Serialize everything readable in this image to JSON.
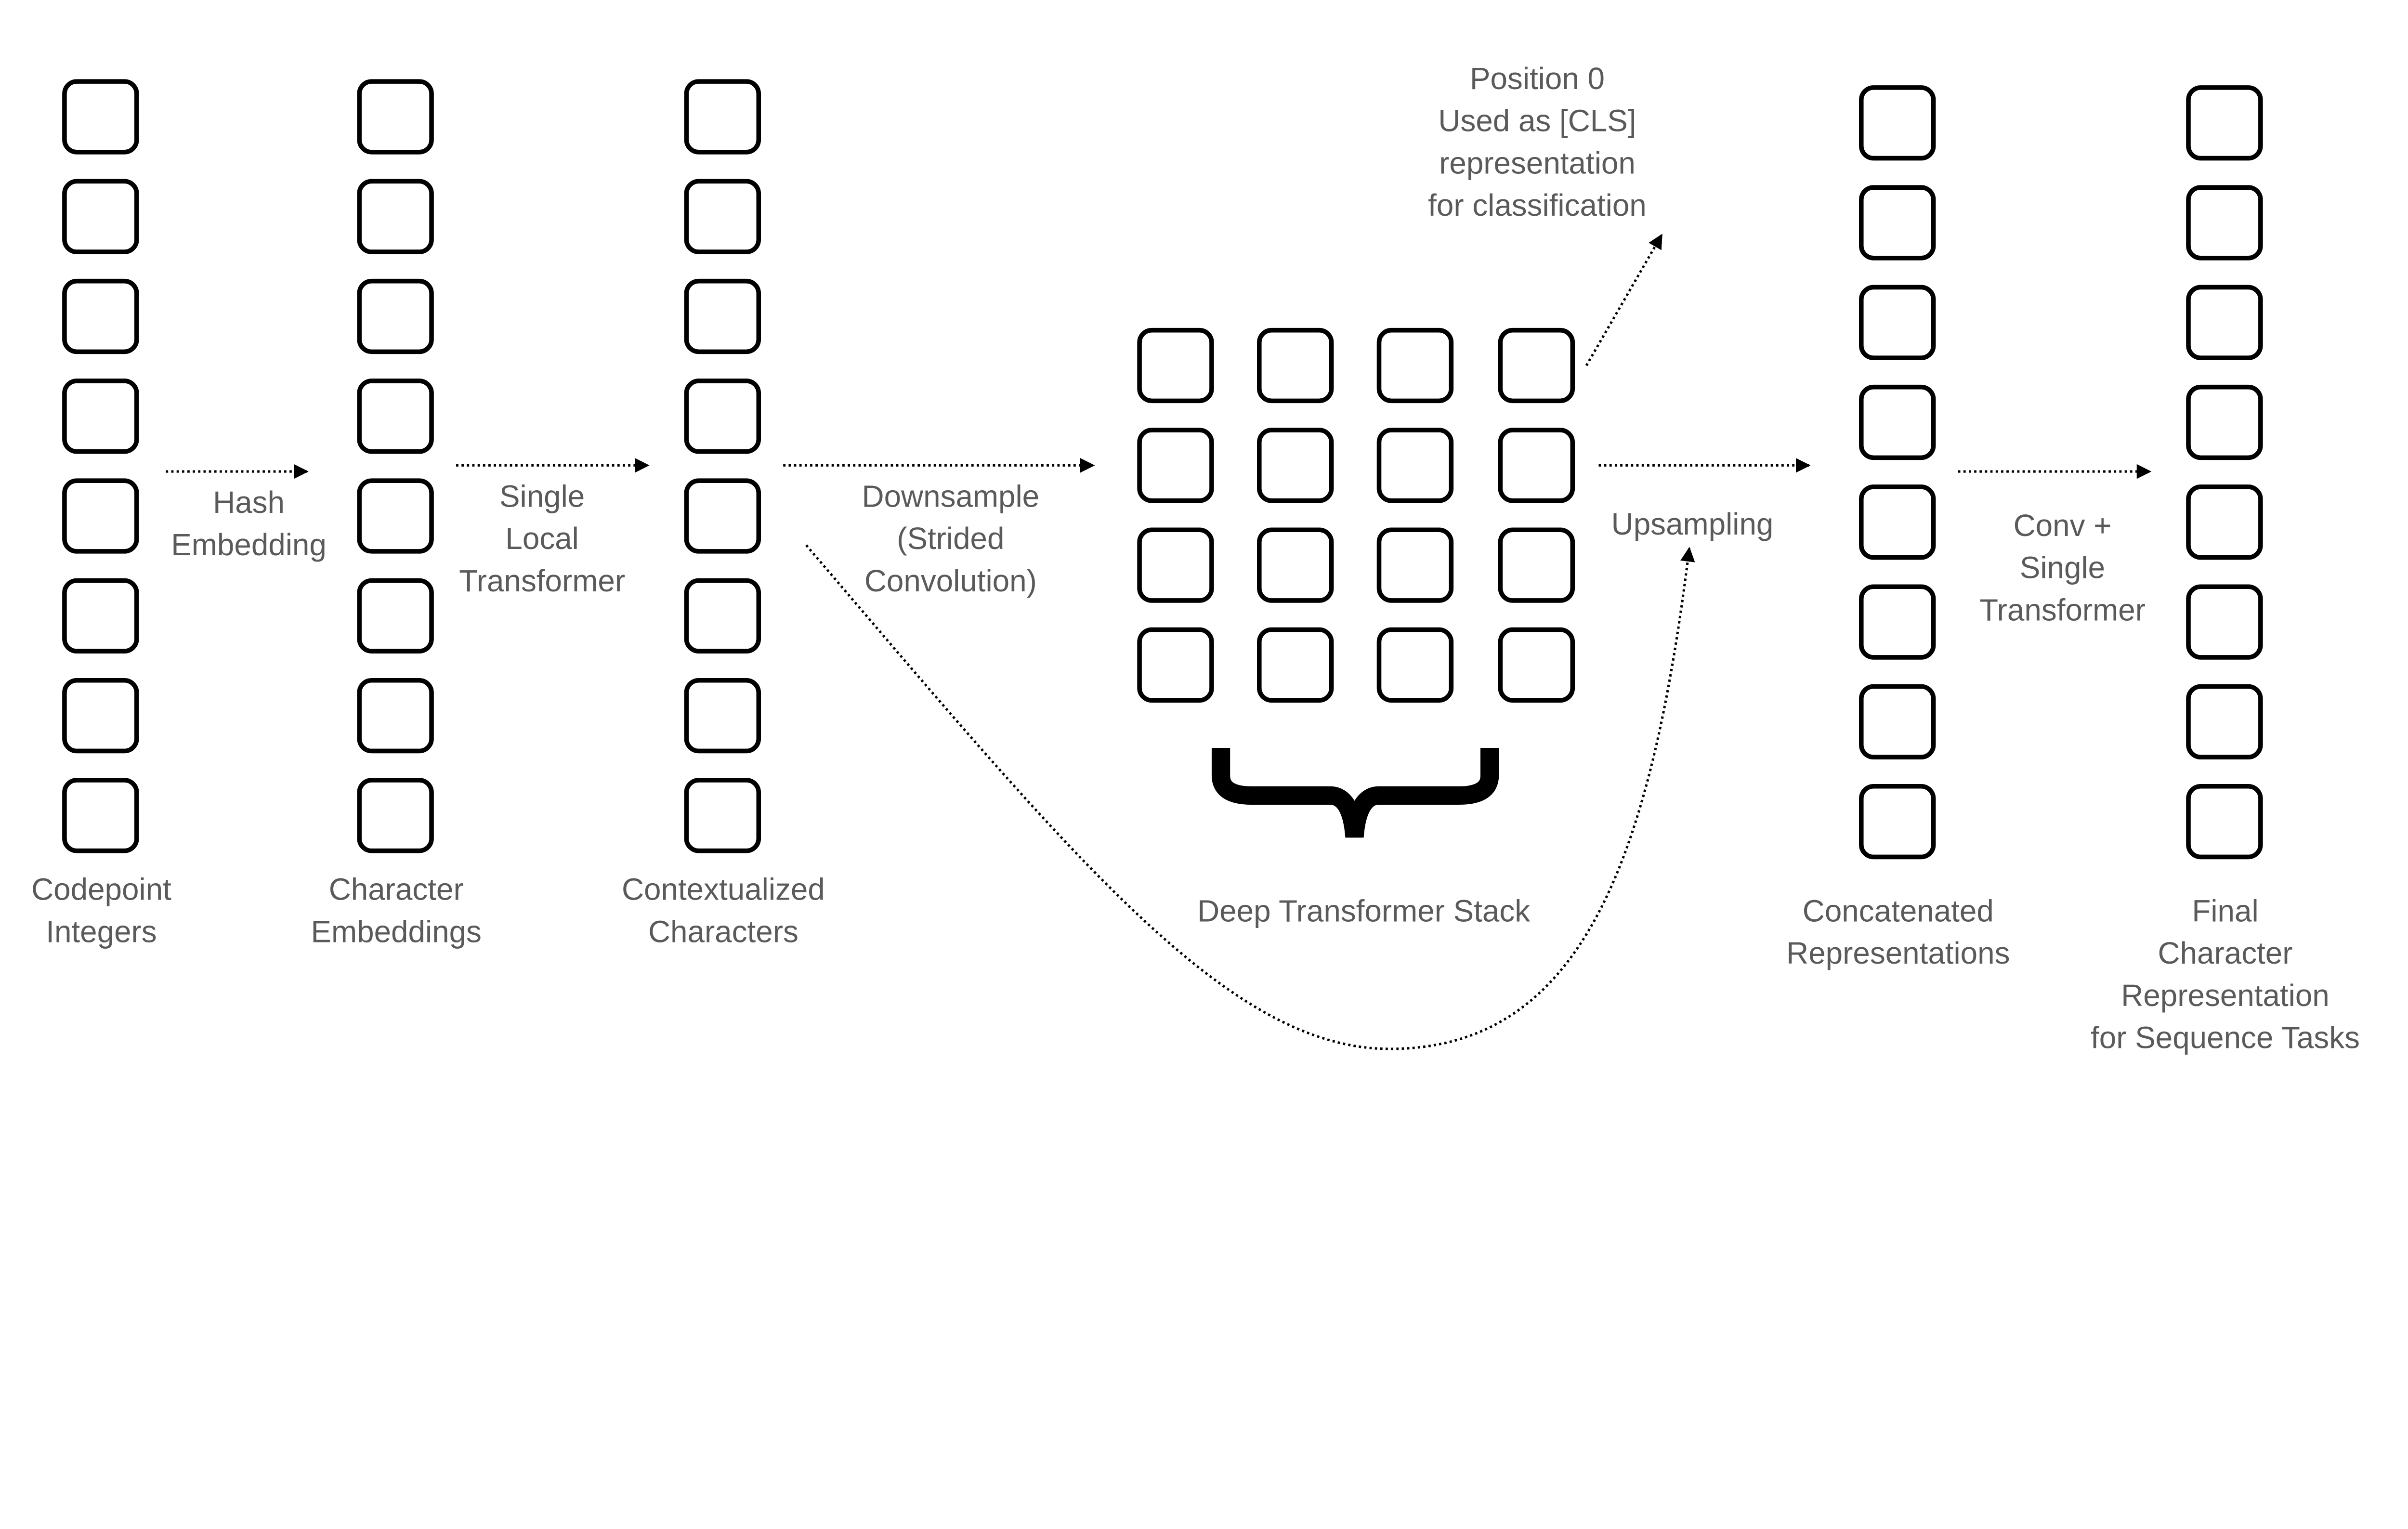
{
  "columns": [
    {
      "label": [
        "Codepoint",
        "Integers"
      ]
    },
    {
      "label": [
        "Character",
        "Embeddings"
      ]
    },
    {
      "label": [
        "Contextualized",
        "Characters"
      ]
    },
    {
      "label": [
        "Concatenated",
        "Representations"
      ]
    },
    {
      "label": [
        "Final",
        "Character",
        "Representation",
        "for Sequence Tasks"
      ]
    }
  ],
  "steps": {
    "hash": [
      "Hash",
      "Embedding"
    ],
    "local": [
      "Single",
      "Local",
      "Transformer"
    ],
    "downsample": [
      "Downsample",
      "(Strided",
      "Convolution)"
    ],
    "upsampling": [
      "Upsampling"
    ],
    "final": [
      "Conv +",
      "Single",
      "Transformer"
    ]
  },
  "deep_stack": {
    "label": "Deep Transformer Stack"
  },
  "cls_note": [
    "Position 0",
    "Used as [CLS]",
    "representation",
    "for classification"
  ],
  "colors": {
    "text": "#5a5a5a",
    "stroke": "#000000"
  }
}
